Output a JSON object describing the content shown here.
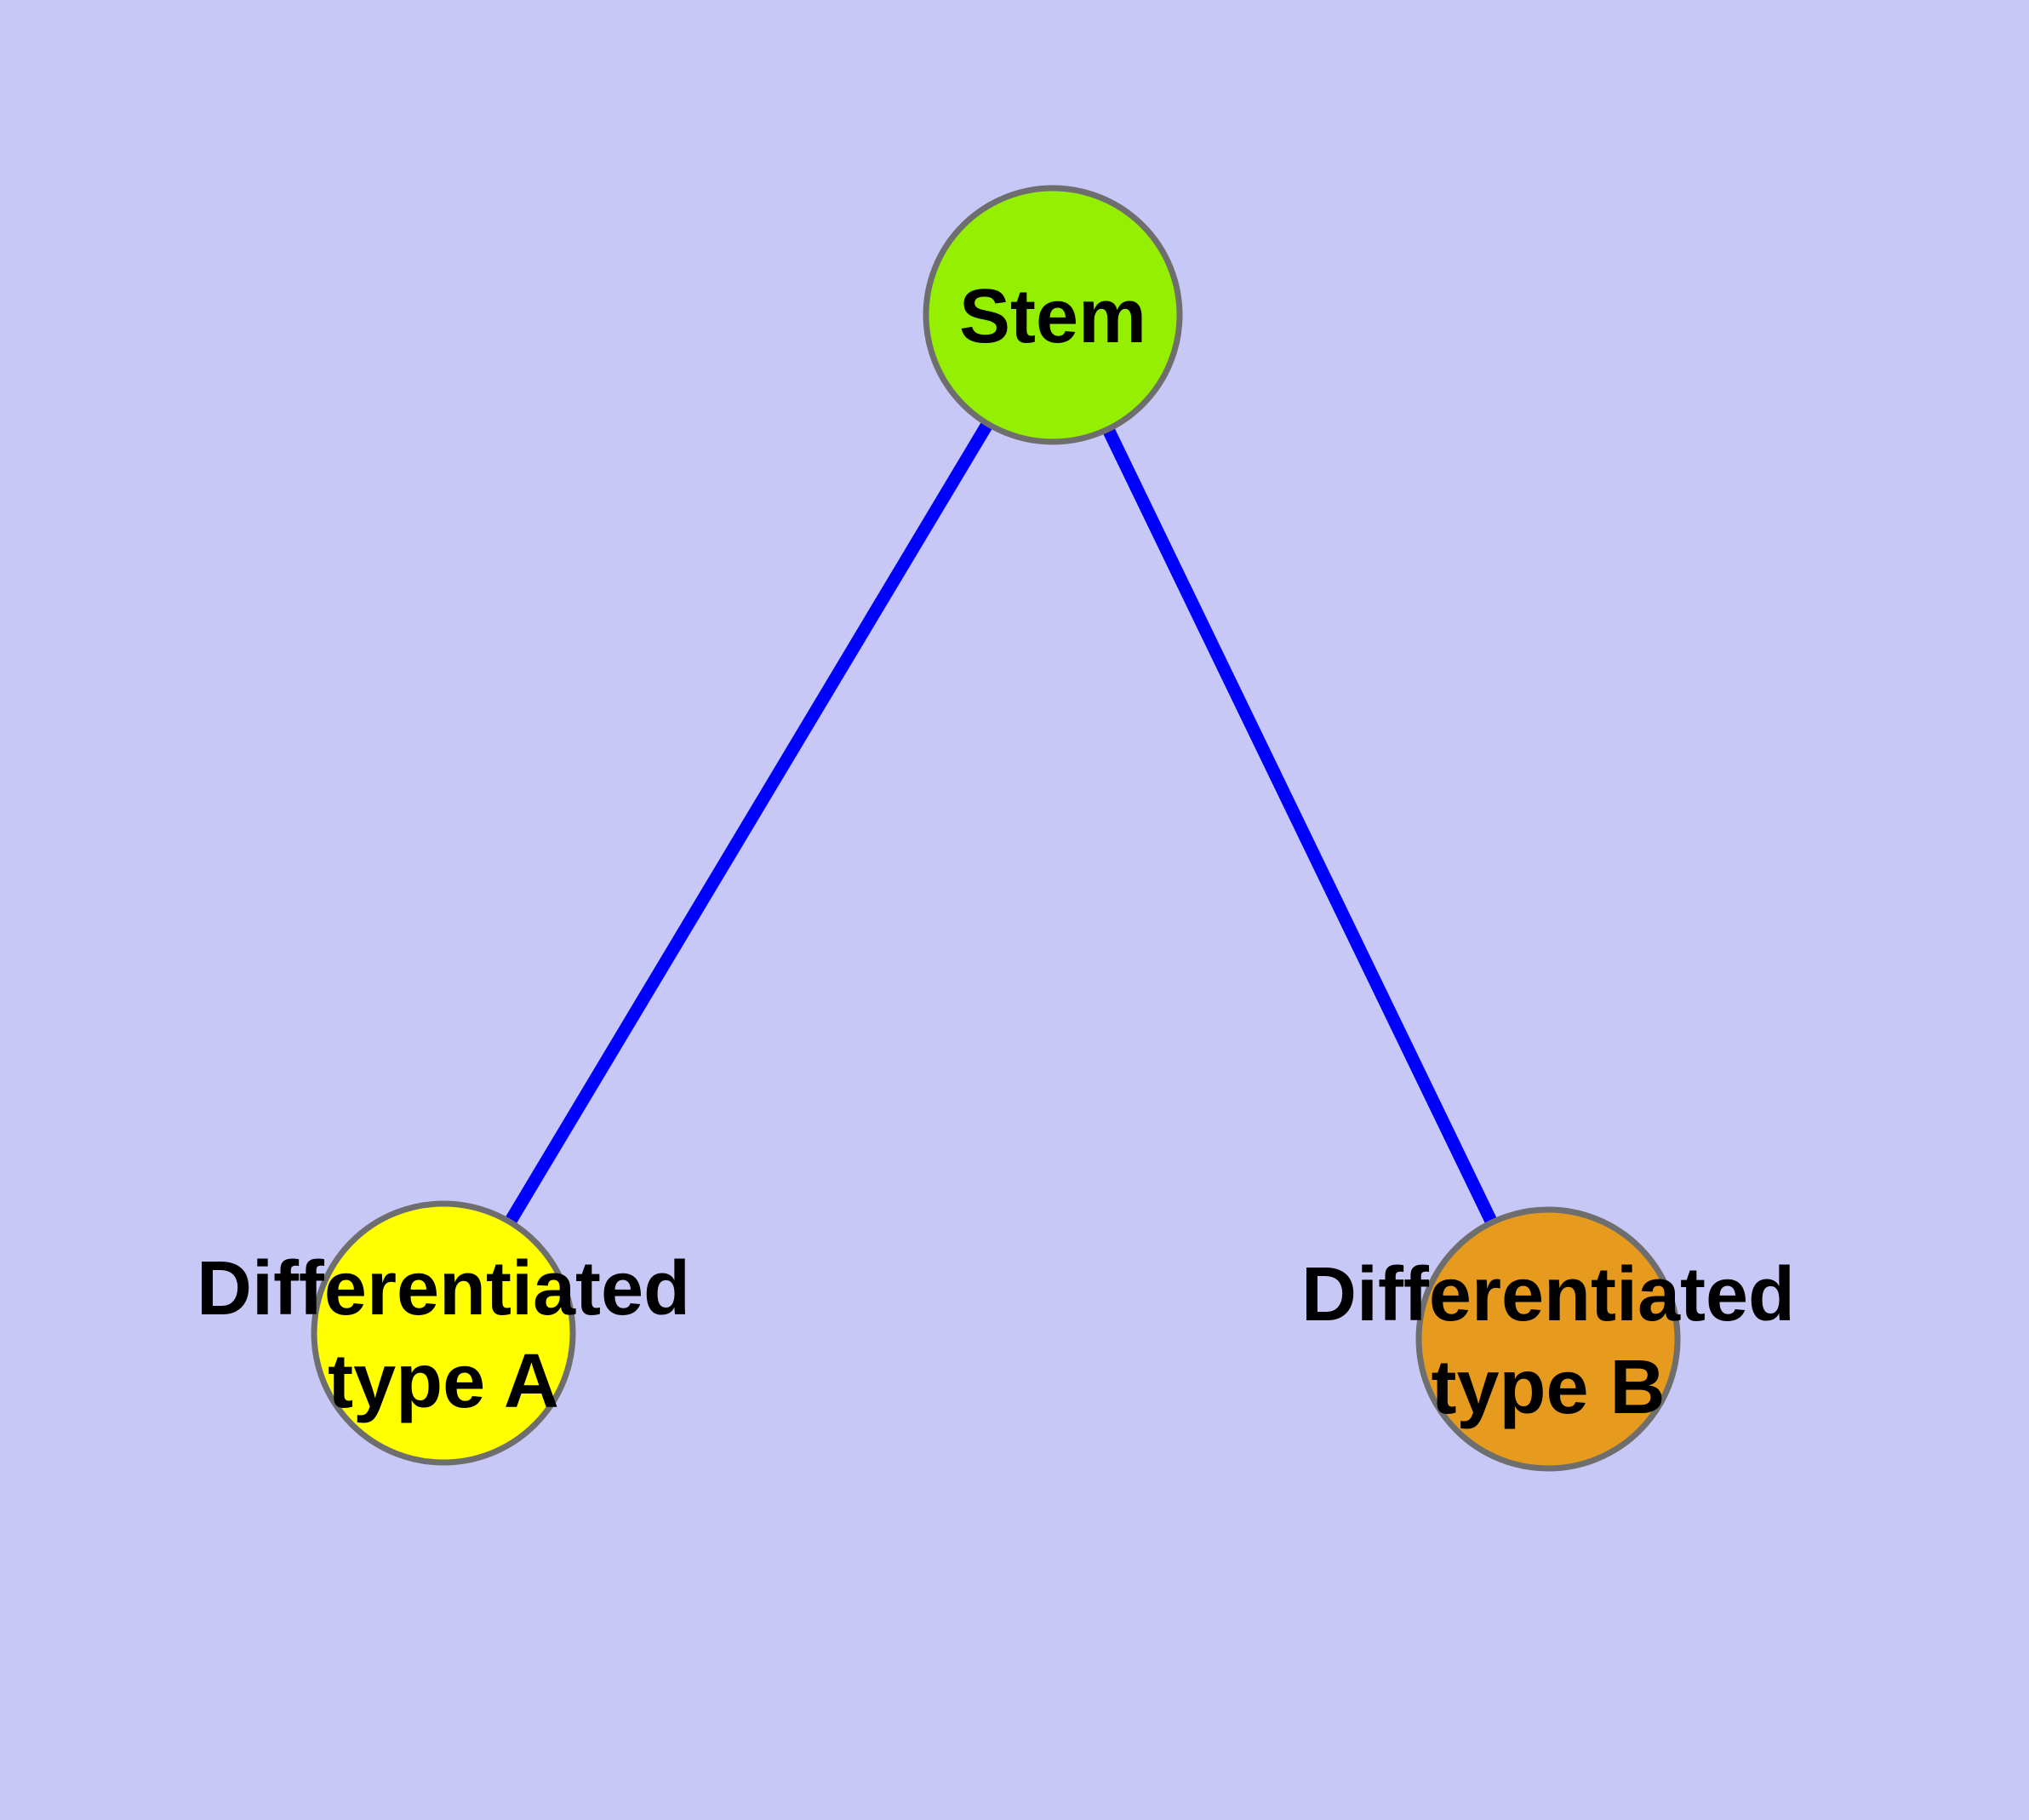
{
  "canvas": {
    "background_color": "#c8c8f6"
  },
  "graph": {
    "text_color": "#000000",
    "node_border_color": "#6e6e6e",
    "nodes": [
      {
        "id": "stem",
        "label": "Stem",
        "fill": "#94f000"
      },
      {
        "id": "differentiated-type-a",
        "label_line1": "Differentiated",
        "label_line2": "type A",
        "fill": "#ffff00"
      },
      {
        "id": "differentiated-type-b",
        "label_line1": "Differentiated",
        "label_line2": "type B",
        "fill": "#e69b1e"
      }
    ],
    "edges": [
      {
        "from": "stem",
        "to": "differentiated-type-a",
        "color": "#0000ff"
      },
      {
        "from": "stem",
        "to": "differentiated-type-b",
        "color": "#0000ff"
      }
    ]
  }
}
